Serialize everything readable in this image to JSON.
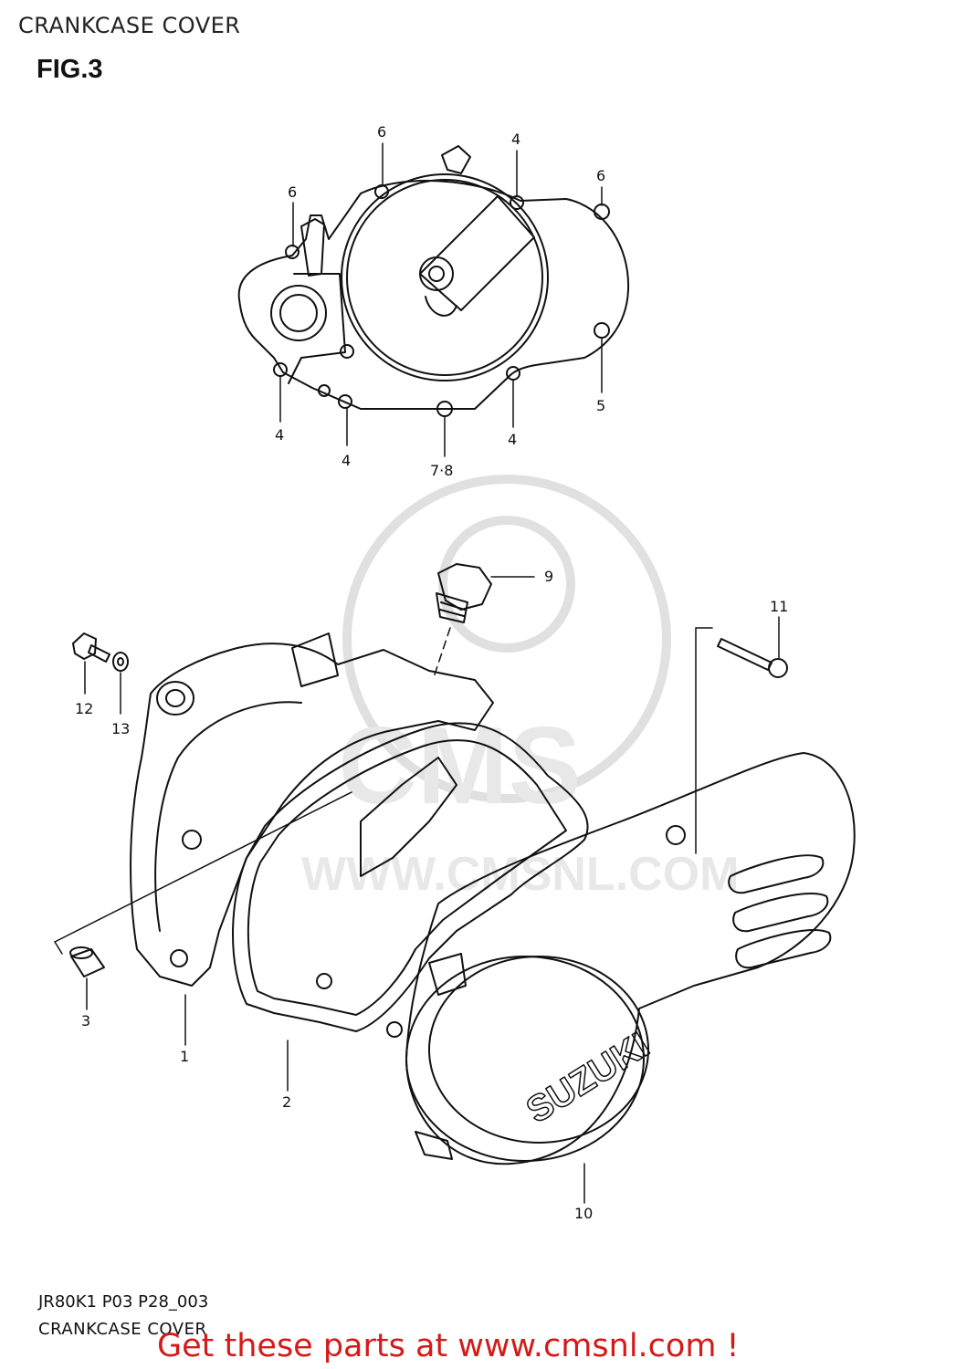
{
  "header": {
    "title": "CRANKCASE COVER",
    "figure": "FIG.3"
  },
  "callouts": {
    "c6a": "6",
    "c6b": "6",
    "c6c": "6",
    "c4a": "4",
    "c4b": "4",
    "c4c": "4",
    "c4d": "4",
    "c5": "5",
    "c78": "7·8",
    "c9": "9",
    "c11": "11",
    "c12": "12",
    "c13": "13",
    "c3": "3",
    "c1": "1",
    "c2": "2",
    "c10": "10"
  },
  "logo": {
    "brand": "SUZUKI"
  },
  "watermark": {
    "name": "CMS",
    "site": "WWW.CMSNL.COM"
  },
  "footer": {
    "code": "JR80K1  P03  P28_003",
    "title": "CRANKCASE COVER",
    "cta": "Get these parts at www.cmsnl.com !"
  }
}
